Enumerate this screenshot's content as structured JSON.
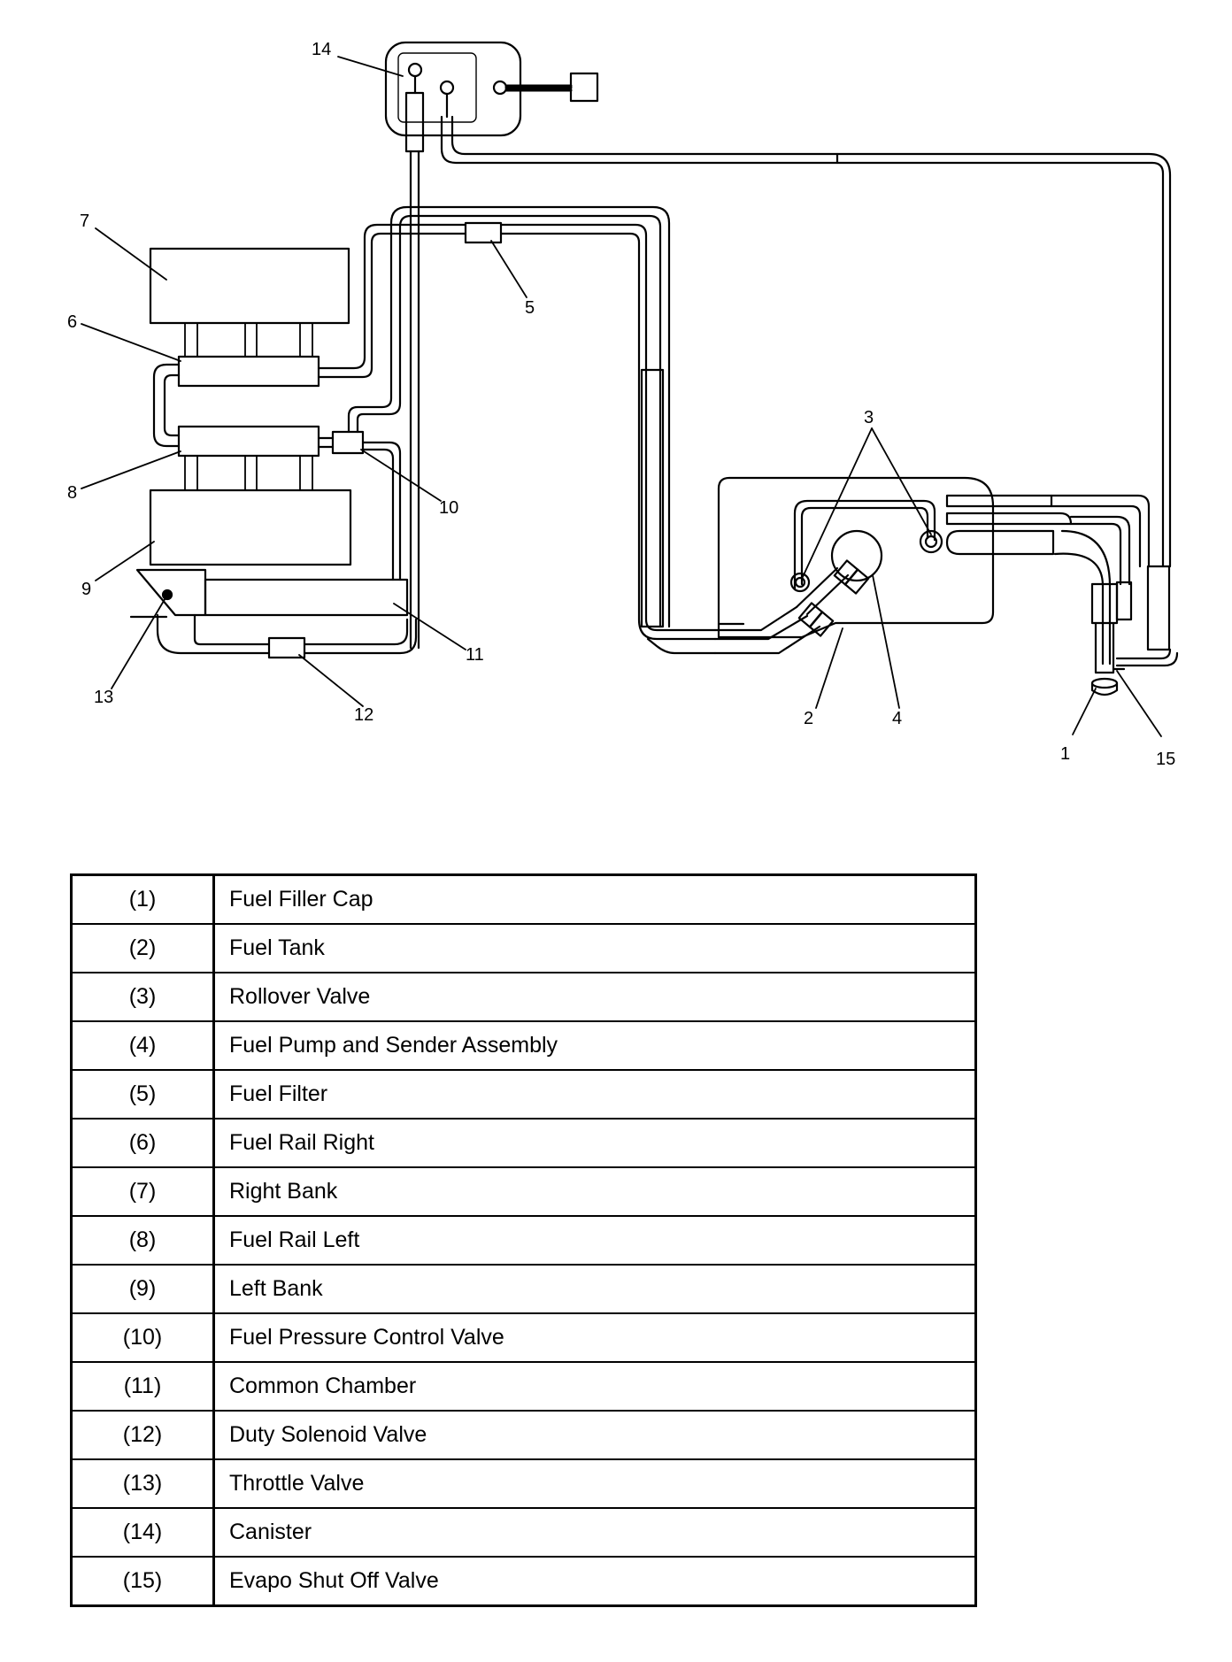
{
  "callouts": [
    "1",
    "2",
    "3",
    "4",
    "5",
    "6",
    "7",
    "8",
    "9",
    "10",
    "11",
    "12",
    "13",
    "14",
    "15"
  ],
  "legend": [
    {
      "num": "(1)",
      "desc": "Fuel Filler Cap"
    },
    {
      "num": "(2)",
      "desc": "Fuel Tank"
    },
    {
      "num": "(3)",
      "desc": "Rollover Valve"
    },
    {
      "num": "(4)",
      "desc": "Fuel Pump and Sender Assembly"
    },
    {
      "num": "(5)",
      "desc": "Fuel Filter"
    },
    {
      "num": "(6)",
      "desc": "Fuel Rail Right"
    },
    {
      "num": "(7)",
      "desc": "Right Bank"
    },
    {
      "num": "(8)",
      "desc": "Fuel Rail Left"
    },
    {
      "num": "(9)",
      "desc": "Left Bank"
    },
    {
      "num": "(10)",
      "desc": "Fuel Pressure Control Valve"
    },
    {
      "num": "(11)",
      "desc": "Common Chamber"
    },
    {
      "num": "(12)",
      "desc": "Duty Solenoid Valve"
    },
    {
      "num": "(13)",
      "desc": "Throttle Valve"
    },
    {
      "num": "(14)",
      "desc": "Canister"
    },
    {
      "num": "(15)",
      "desc": "Evapo Shut Off Valve"
    }
  ]
}
